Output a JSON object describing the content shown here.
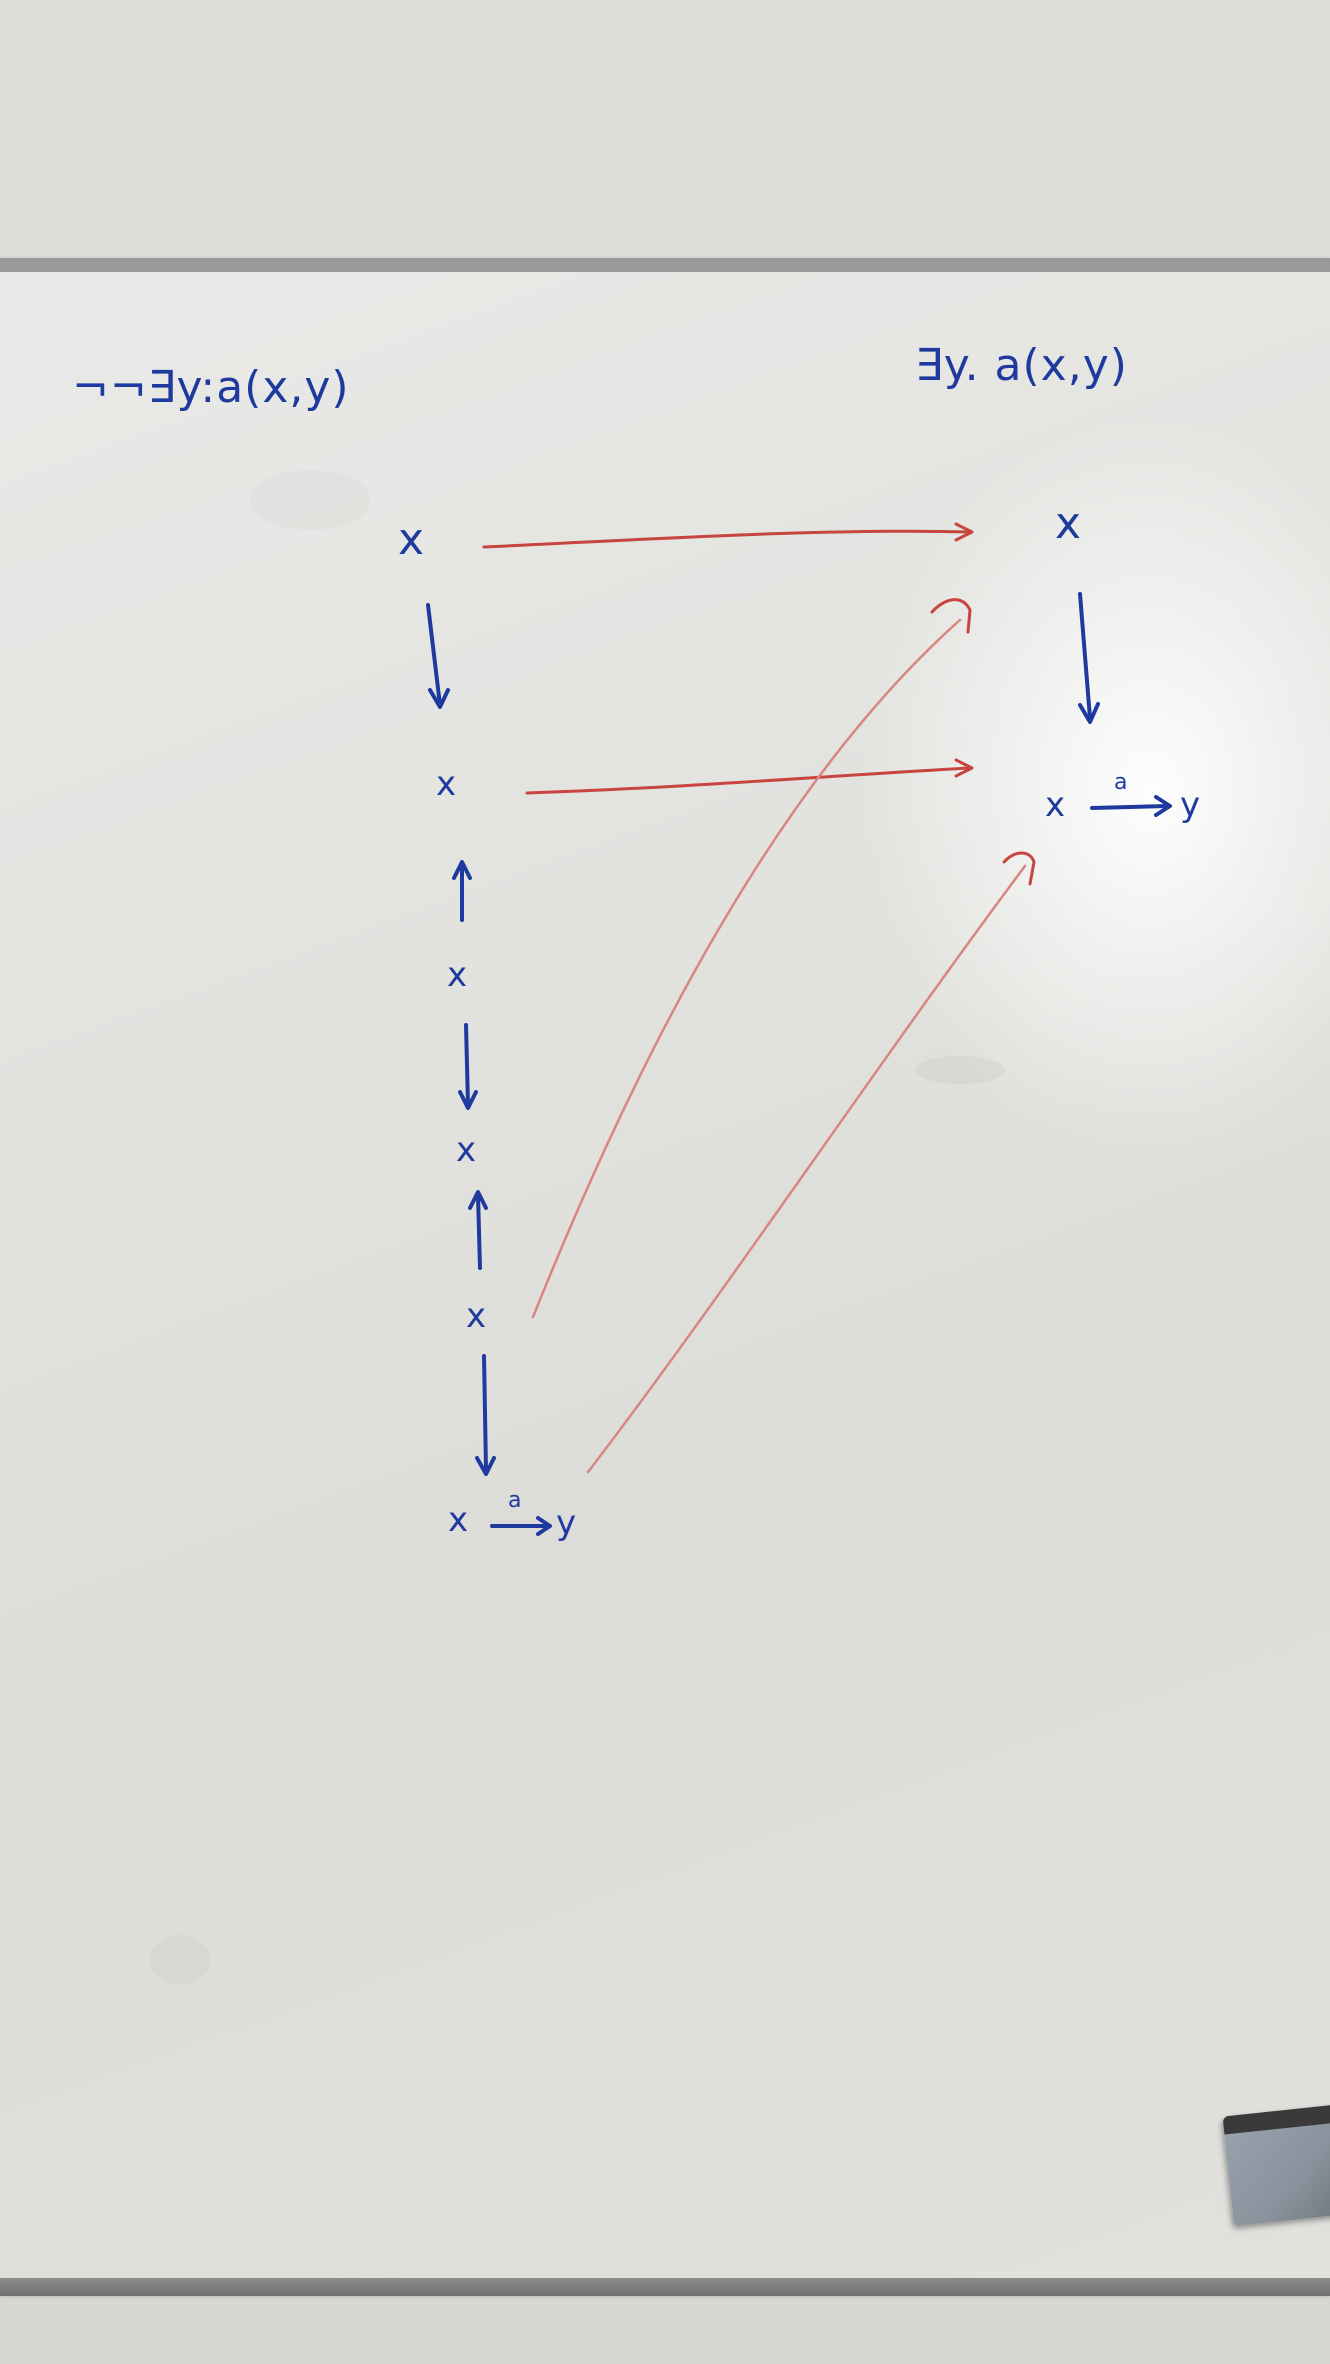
{
  "whiteboard": {
    "left_formula": "¬¬∃y:a(x,y)",
    "right_formula": "∃y. a(x,y)",
    "left_column": {
      "nodes": [
        "x",
        "x",
        "x",
        "x",
        "x"
      ],
      "final_node": {
        "from": "x",
        "label": "a",
        "to": "y"
      }
    },
    "right_column": {
      "nodes": [
        "x"
      ],
      "final_node": {
        "from": "x",
        "label": "a",
        "to": "y"
      }
    }
  },
  "colors": {
    "ink_blue": "#1f3a9e",
    "ink_red": "#c8453f",
    "board": "#e4e4e1",
    "frame": "#8a8a88"
  }
}
